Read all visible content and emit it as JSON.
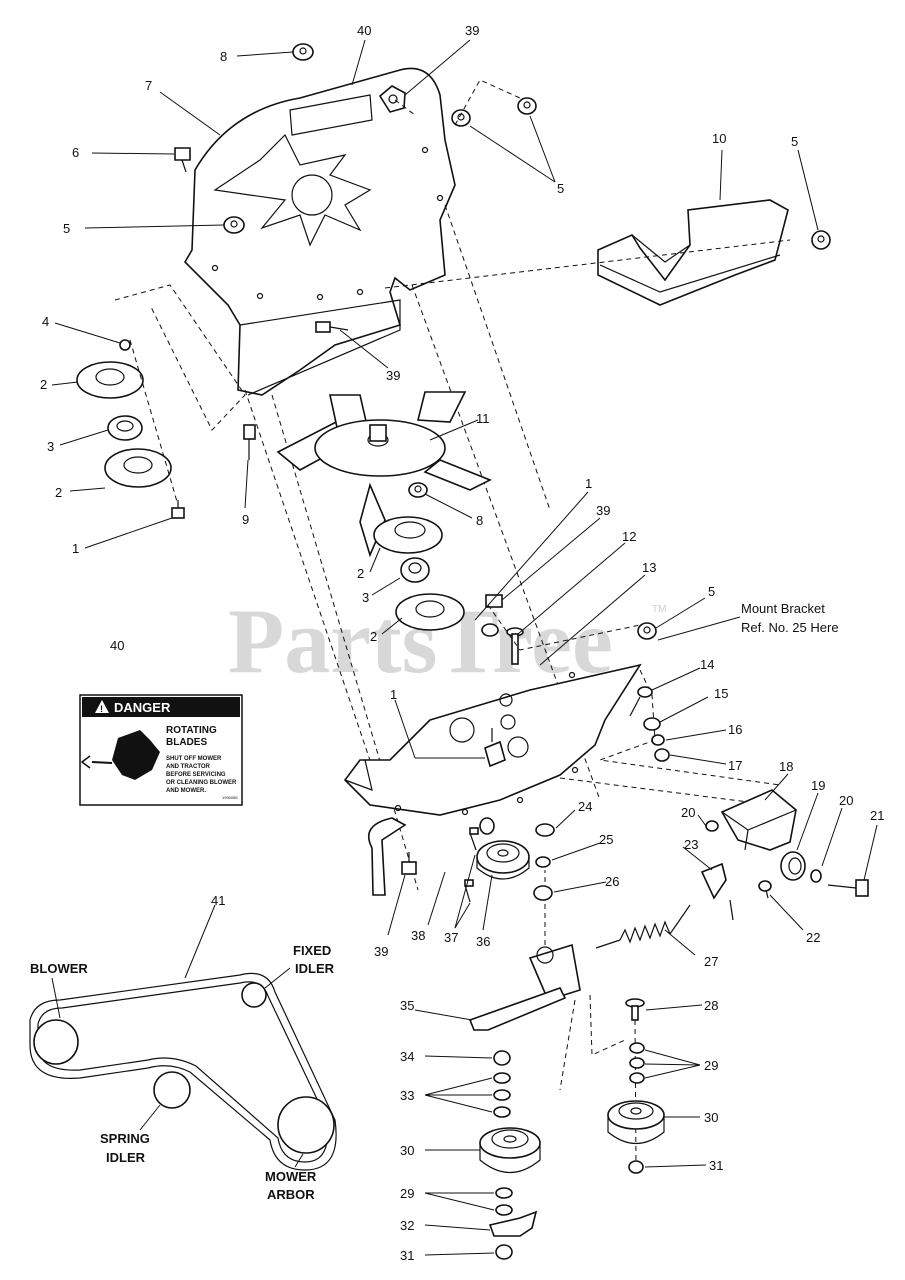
{
  "diagram": {
    "watermark": "PartsTree",
    "watermark_tm": "TM",
    "note_line1": "Mount Bracket",
    "note_line2": "Ref. No. 25 Here",
    "callouts": {
      "c8a": "8",
      "c40a": "40",
      "c39a": "39",
      "c7": "7",
      "c6": "6",
      "c5a": "5",
      "c5b": "5",
      "c10": "10",
      "c5c": "5",
      "c4": "4",
      "c2a": "2",
      "c3a": "3",
      "c2b": "2",
      "c1a": "1",
      "c9": "9",
      "c39b": "39",
      "c11": "11",
      "c8b": "8",
      "c2c": "2",
      "c3b": "3",
      "c2d": "2",
      "c1b": "1",
      "c39c": "39",
      "c12": "12",
      "c13": "13",
      "c5d": "5",
      "c14": "14",
      "c15": "15",
      "c16": "16",
      "c17": "17",
      "c1c": "1",
      "c40b": "40",
      "c18": "18",
      "c19": "19",
      "c20a": "20",
      "c20b": "20",
      "c21": "21",
      "c24": "24",
      "c25": "25",
      "c23": "23",
      "c26": "26",
      "c22": "22",
      "c27": "27",
      "c39d": "39",
      "c38": "38",
      "c37": "37",
      "c36": "36",
      "c41": "41",
      "c28": "28",
      "c35": "35",
      "c29a": "29",
      "c34": "34",
      "c33": "33",
      "c30a": "30",
      "c31a": "31",
      "c30b": "30",
      "c29b": "29",
      "c32": "32",
      "c31b": "31"
    },
    "decal": {
      "title": "DANGER",
      "line1": "ROTATING",
      "line2": "BLADES",
      "instr1": "SHUT OFF MOWER",
      "instr2": "AND TRACTOR",
      "instr3": "BEFORE SERVICING",
      "instr4": "OR CLEANING BLOWER",
      "instr5": "AND MOWER.",
      "code": "1990085"
    },
    "belt": {
      "blower": "BLOWER",
      "fixed_idler_1": "FIXED",
      "fixed_idler_2": "IDLER",
      "spring_idler_1": "SPRING",
      "spring_idler_2": "IDLER",
      "mower_arbor_1": "MOWER",
      "mower_arbor_2": "ARBOR"
    }
  }
}
